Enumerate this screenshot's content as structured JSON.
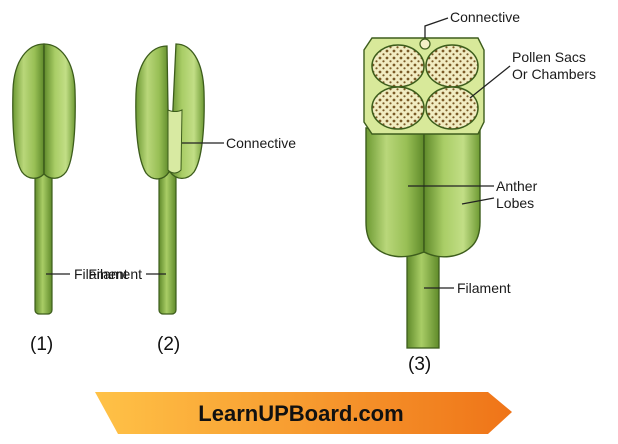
{
  "figure_1": {
    "number": "(1)",
    "labels": {
      "filament": "Filament"
    }
  },
  "figure_2": {
    "number": "(2)",
    "labels": {
      "connective": "Connective",
      "filament": "Filament"
    }
  },
  "figure_3": {
    "number": "(3)",
    "labels": {
      "connective": "Connective",
      "pollen_line1": "Pollen Sacs",
      "pollen_line2": "Or Chambers",
      "anther_line1": "Anther",
      "anther_line2": "Lobes",
      "filament": "Filament"
    }
  },
  "banner": {
    "text": "LearnUPBoard.com"
  },
  "colors": {
    "light_green": "#c9e08a",
    "mid_green": "#9cc155",
    "dark_green": "#5f8a2a",
    "outline": "#3d5d1c",
    "pollen_fill": "#f1ecc2",
    "pollen_dots": "#7a5a26",
    "banner_start": "#ffb23a",
    "banner_end": "#f07a18"
  }
}
